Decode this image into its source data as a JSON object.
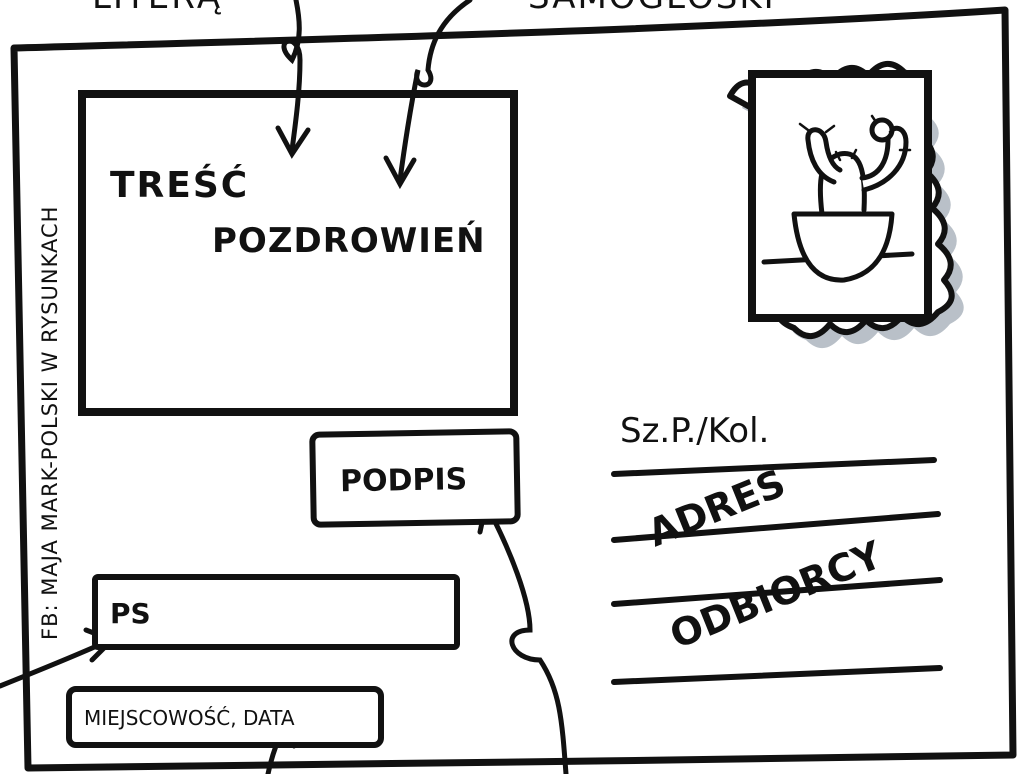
{
  "texts": {
    "top_left_cut": "LITERĄ",
    "top_right_cut": "SAMOGŁOSKI",
    "body_line1": "TREŚĆ",
    "body_line2": "POZDROWIEŃ",
    "signature": "PODPIS",
    "ps": "PS",
    "place_date": "MIEJSCOWOŚĆ, DATA",
    "recipient_prefix": "Sz.P./Kol.",
    "address_line1": "ADRES",
    "address_line2": "ODBIORCY",
    "credit": "FB: MAJA MARK-POLSKI W RYSUNKACH"
  },
  "colors": {
    "ink": "#111111",
    "shadow": "#b9c0c8",
    "paper": "#ffffff"
  },
  "icons": {
    "stamp": "cactus-stamp-icon"
  }
}
